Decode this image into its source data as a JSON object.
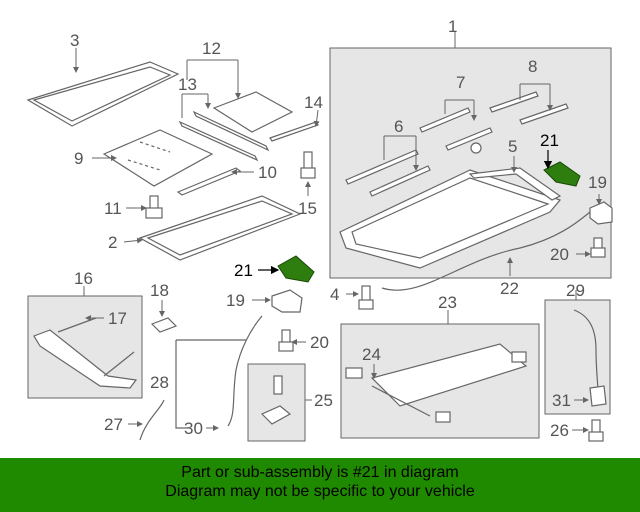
{
  "diagram": {
    "callouts": {
      "c1": "1",
      "c2": "2",
      "c3": "3",
      "c4": "4",
      "c5": "5",
      "c6": "6",
      "c7": "7",
      "c8": "8",
      "c9": "9",
      "c10": "10",
      "c11": "11",
      "c12": "12",
      "c13": "13",
      "c14": "14",
      "c15": "15",
      "c16": "16",
      "c17": "17",
      "c18": "18",
      "c19a": "19",
      "c19b": "19",
      "c20a": "20",
      "c20b": "20",
      "c21a": "21",
      "c21b": "21",
      "c22": "22",
      "c23": "23",
      "c24": "24",
      "c25": "25",
      "c26": "26",
      "c27": "27",
      "c28": "28",
      "c29": "29",
      "c30": "30",
      "c31": "31"
    },
    "highlight_part": "21",
    "highlight_color": "#2e7d0f"
  },
  "footer": {
    "line1": "Part or sub-assembly is #21 in diagram",
    "line2": "Diagram may not be specific to your vehicle",
    "background": "#1f8a00"
  }
}
